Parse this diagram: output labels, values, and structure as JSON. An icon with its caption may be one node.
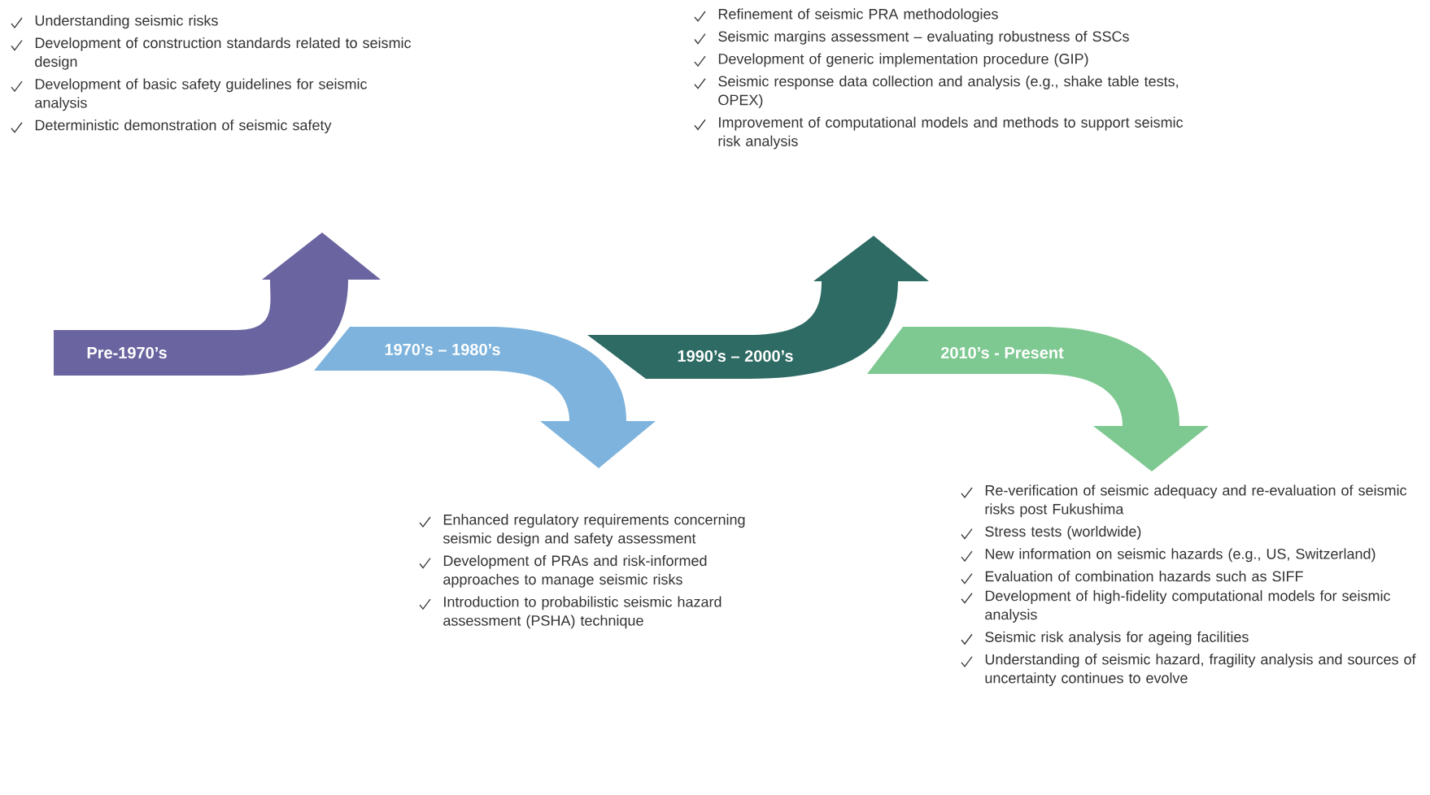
{
  "diagram": {
    "nodes": [
      {
        "text": [
          "Pre-1970’s"
        ],
        "beside": [
          "Understanding seismic risks",
          "Development of construction standards related to seismic design",
          "Development of basic safety guidelines for seismic analysis",
          "Deterministic demonstration of seismic safety"
        ]
      },
      {
        "text": [
          "1970’s – 1980’s"
        ],
        "beside": [
          "Enhanced regulatory requirements concerning seismic design and safety assessment",
          "Development of PRAs and risk-informed approaches to manage seismic risks",
          "Introduction to probabilistic seismic hazard assessment (PSHA) technique"
        ]
      },
      {
        "text": [
          "1990’s – 2000’s"
        ],
        "beside": [
          "Refinement of seismic PRA methodologies",
          "Seismic margins assessment – evaluating robustness of SSCs",
          "Development of generic implementation procedure (GIP)",
          "Seismic response data collection and analysis (e.g., shake table tests, OPEX)",
          "Improvement of computational models and methods to support seismic risk analysis"
        ]
      },
      {
        "text": [
          "2010’s - Present"
        ],
        "beside": [
          "Re-verification of seismic adequacy and re-evaluation of seismic risks post Fukushima",
          "Stress tests (worldwide)",
          "New information on seismic hazards (e.g., US, Switzerland)",
          "Evaluation of combination hazards such as SIFF",
          "Development of high-fidelity computational models for seismic analysis",
          "Seismic risk analysis for ageing facilities",
          "Understanding of seismic hazard, fragility analysis and sources of uncertainty continues to evolve"
        ]
      }
    ]
  }
}
